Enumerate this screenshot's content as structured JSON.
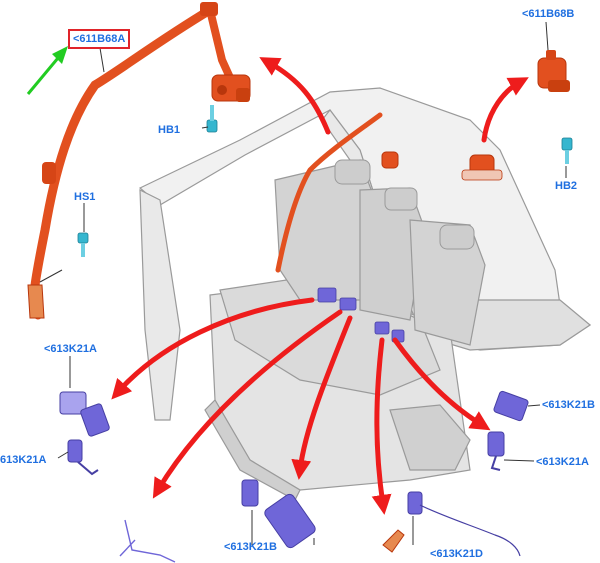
{
  "labels": {
    "b611_a": "<611B68A",
    "b611_b": "<611B68B",
    "hb1": "HB1",
    "hb2": "HB2",
    "hs1": "HS1",
    "k21a_top": "<613K21A",
    "k21a_left": "613K21A",
    "k21b_right": "<613K21B",
    "k21a_right": "<613K21A",
    "k21b_bottom": "<613K21B",
    "k21d_bottom": "<613K21D"
  },
  "colors": {
    "belt_orange": "#e2501f",
    "belt_dark": "#b8360c",
    "buckle_purple": "#6f66d8",
    "buckle_light": "#a9a3ee",
    "bolt_cyan": "#35b6cf",
    "arrow_red": "#ee1c1c",
    "pointer_green": "#22cc22",
    "label_blue": "#1f6fe0",
    "highlight_box": "#e0242a",
    "body_gray": "#c8c8c8"
  }
}
